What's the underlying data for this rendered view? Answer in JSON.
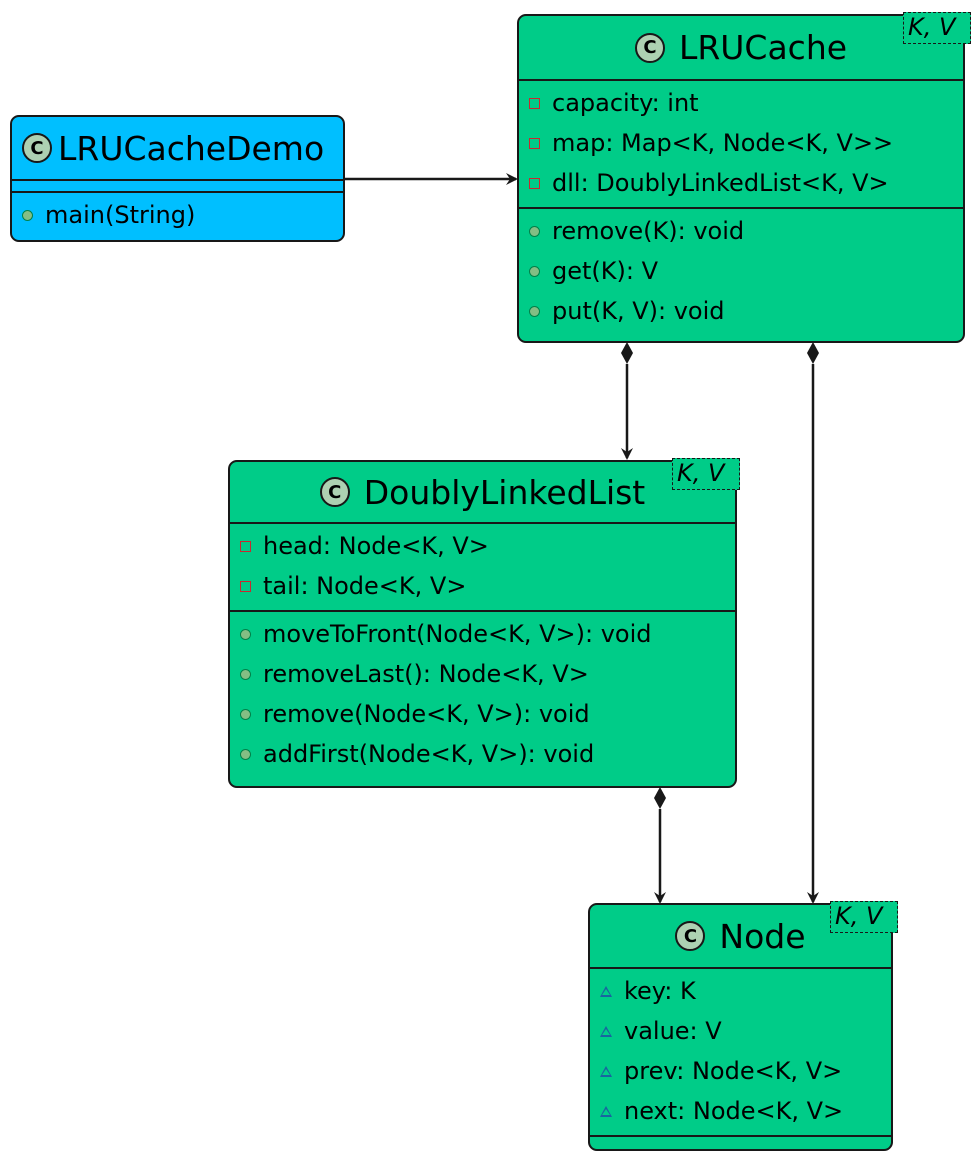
{
  "classes": {
    "demo": {
      "name": "LRUCacheDemo",
      "icon": "class-icon",
      "icon_letter": "C",
      "fields": [],
      "methods": [
        {
          "visibility": "public",
          "text": "main(String)"
        }
      ]
    },
    "lrucache": {
      "name": "LRUCache",
      "icon": "class-icon",
      "icon_letter": "C",
      "type_params": "K, V",
      "fields": [
        {
          "visibility": "private",
          "text": "capacity: int"
        },
        {
          "visibility": "private",
          "text": "map: Map<K, Node<K, V>>"
        },
        {
          "visibility": "private",
          "text": "dll: DoublyLinkedList<K, V>"
        }
      ],
      "methods": [
        {
          "visibility": "public",
          "text": "remove(K): void"
        },
        {
          "visibility": "public",
          "text": "get(K): V"
        },
        {
          "visibility": "public",
          "text": "put(K, V): void"
        }
      ]
    },
    "dll": {
      "name": "DoublyLinkedList",
      "icon": "class-icon",
      "icon_letter": "C",
      "type_params": "K, V",
      "fields": [
        {
          "visibility": "private",
          "text": "head: Node<K, V>"
        },
        {
          "visibility": "private",
          "text": "tail: Node<K, V>"
        }
      ],
      "methods": [
        {
          "visibility": "public",
          "text": "moveToFront(Node<K, V>): void"
        },
        {
          "visibility": "public",
          "text": "removeLast(): Node<K, V>"
        },
        {
          "visibility": "public",
          "text": "remove(Node<K, V>): void"
        },
        {
          "visibility": "public",
          "text": "addFirst(Node<K, V>): void"
        }
      ]
    },
    "node": {
      "name": "Node",
      "icon": "class-icon",
      "icon_letter": "C",
      "type_params": "K, V",
      "fields": [
        {
          "visibility": "package",
          "text": "key: K"
        },
        {
          "visibility": "package",
          "text": "value: V"
        },
        {
          "visibility": "package",
          "text": "prev: Node<K, V>"
        },
        {
          "visibility": "package",
          "text": "next: Node<K, V>"
        }
      ],
      "methods": []
    }
  },
  "relations": [
    {
      "from": "LRUCacheDemo",
      "to": "LRUCache",
      "kind": "association"
    },
    {
      "from": "LRUCache",
      "to": "DoublyLinkedList",
      "kind": "composition"
    },
    {
      "from": "LRUCache",
      "to": "Node",
      "kind": "composition"
    },
    {
      "from": "DoublyLinkedList",
      "to": "Node",
      "kind": "composition"
    }
  ],
  "colors": {
    "class_fill": "#00cc88",
    "demo_fill": "#00bfff",
    "border": "#181818",
    "icon_fill": "#add1b2",
    "private_marker": "#c82930",
    "public_marker": "#84be84",
    "package_marker": "#1963a0"
  }
}
